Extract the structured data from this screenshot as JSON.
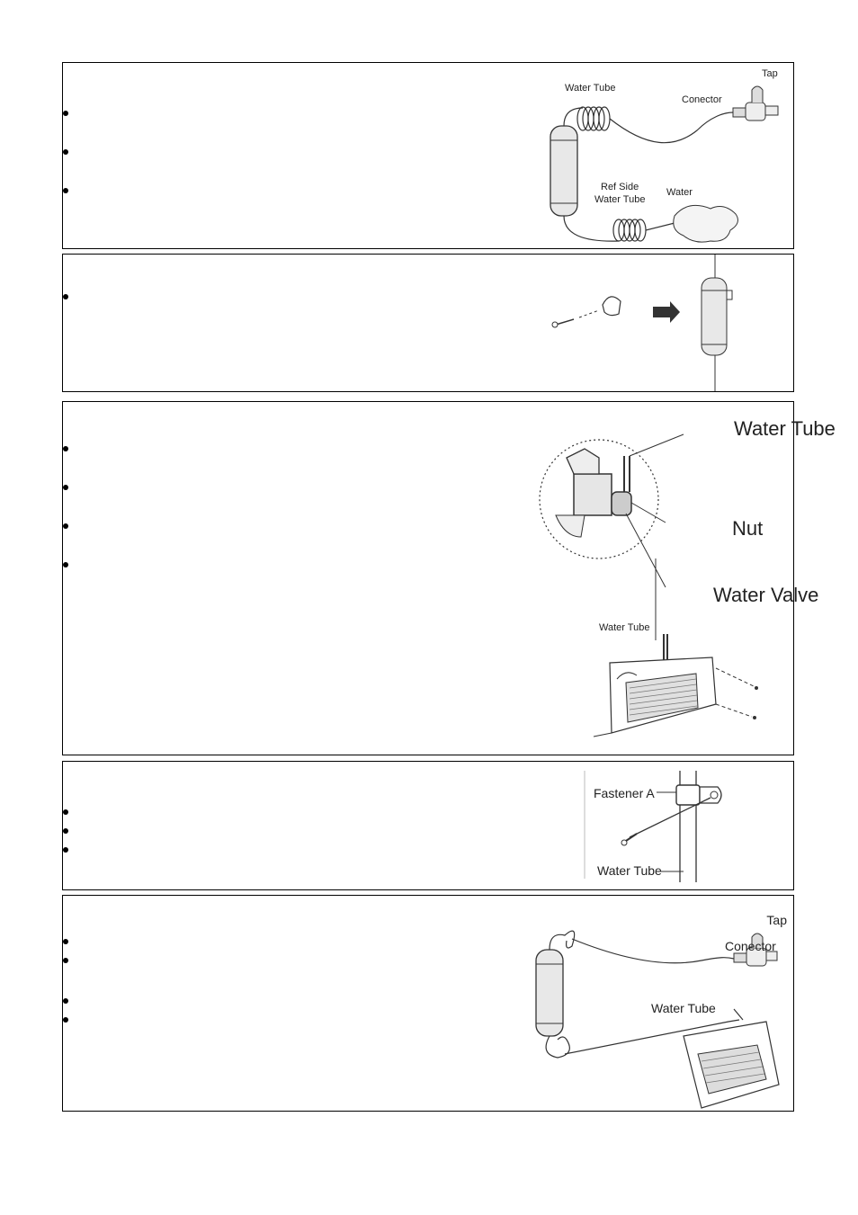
{
  "panel1": {
    "bullets": 3,
    "labels": {
      "water_tube": "Water Tube",
      "tap": "Tap",
      "connector": "Conector",
      "ref_side_1": "Ref Side",
      "ref_side_2": "Water Tube",
      "water": "Water"
    }
  },
  "panel2": {
    "bullets": 1
  },
  "panel3": {
    "bullets": 4,
    "labels": {
      "water_tube_large": "Water Tube",
      "nut": "Nut",
      "water_valve": "Water Valve",
      "water_tube_small": "Water Tube"
    }
  },
  "panel4": {
    "bullets": 3,
    "labels": {
      "fastener": "Fastener A",
      "water_tube": "Water Tube"
    }
  },
  "panel5": {
    "bullets": 4,
    "labels": {
      "tap": "Tap",
      "connector": "Conector",
      "water_tube": "Water Tube"
    }
  }
}
